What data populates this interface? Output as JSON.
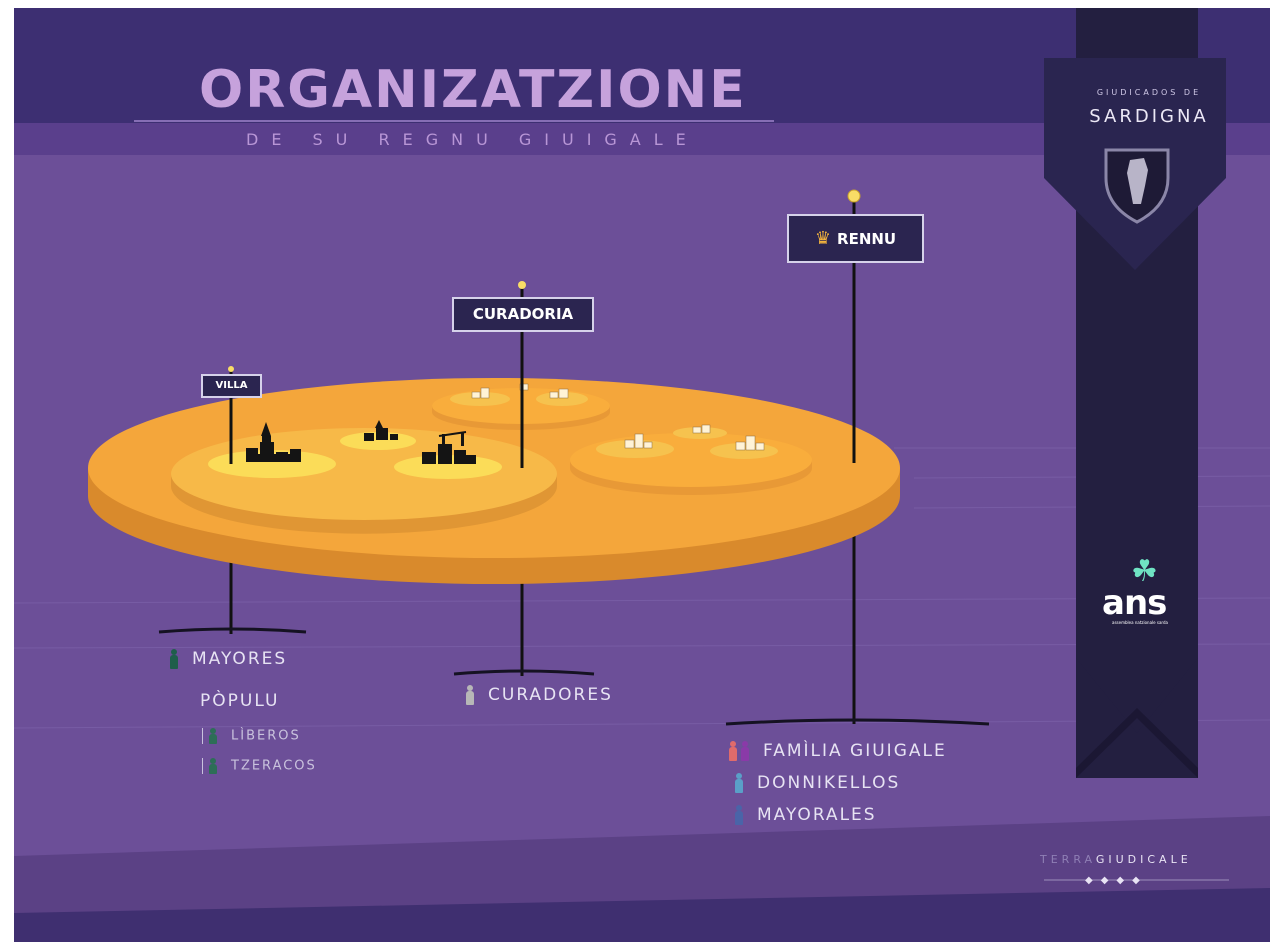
{
  "header": {
    "title": "ORGANIZATZIONE",
    "subtitle": "DE SU REGNU GIUIGALE"
  },
  "signs": {
    "villa": "VILLA",
    "curadoria": "CURADORIA",
    "rennu": "RENNU"
  },
  "labels": {
    "mayores": "MAYORES",
    "populu": "PÒPULU",
    "liberos": "LÌBEROS",
    "tzeracos": "TZERACOS",
    "curadores": "CURADORES",
    "familia": "FAMÌLIA GIUIGALE",
    "donnikellos": "DONNIKELLOS",
    "mayorales": "MAYORALES"
  },
  "banner": {
    "small": "GIUDICADOS DE",
    "big": "SARDIGNA"
  },
  "ans": {
    "text": "ans",
    "sub": "assemblea natzionale sarda"
  },
  "footer": {
    "terra_dim": "TERRA",
    "terra_bright": "GIUDICALE"
  },
  "icons": {
    "crown": "crown-icon",
    "sardinia_shield": "sardinia-shield-icon",
    "ans_logo": "ans-logo-icon",
    "footer_badges": "badge-icons"
  },
  "colors": {
    "background": "#6c4f98",
    "disk": "#f4a63b",
    "banner": "#231f40",
    "title": "#c6a2dc"
  }
}
